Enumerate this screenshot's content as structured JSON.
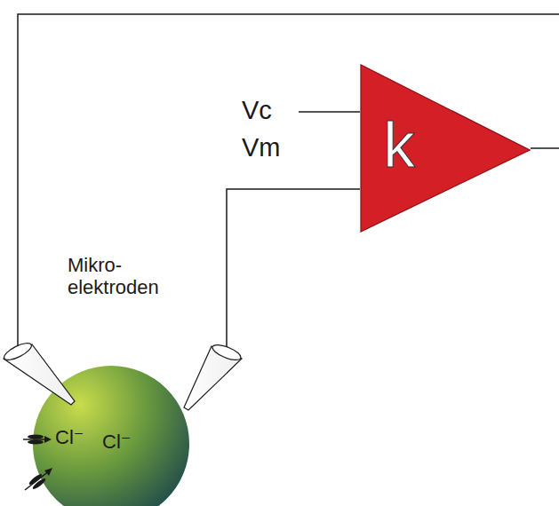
{
  "diagram": {
    "nodes": [
      {
        "text": [
          "k"
        ]
      },
      {
        "text": [
          "Cl⁻"
        ]
      }
    ],
    "labels": [
      "Vc",
      "Vm",
      "Mikro- elektroden",
      "Cl⁻"
    ]
  }
}
